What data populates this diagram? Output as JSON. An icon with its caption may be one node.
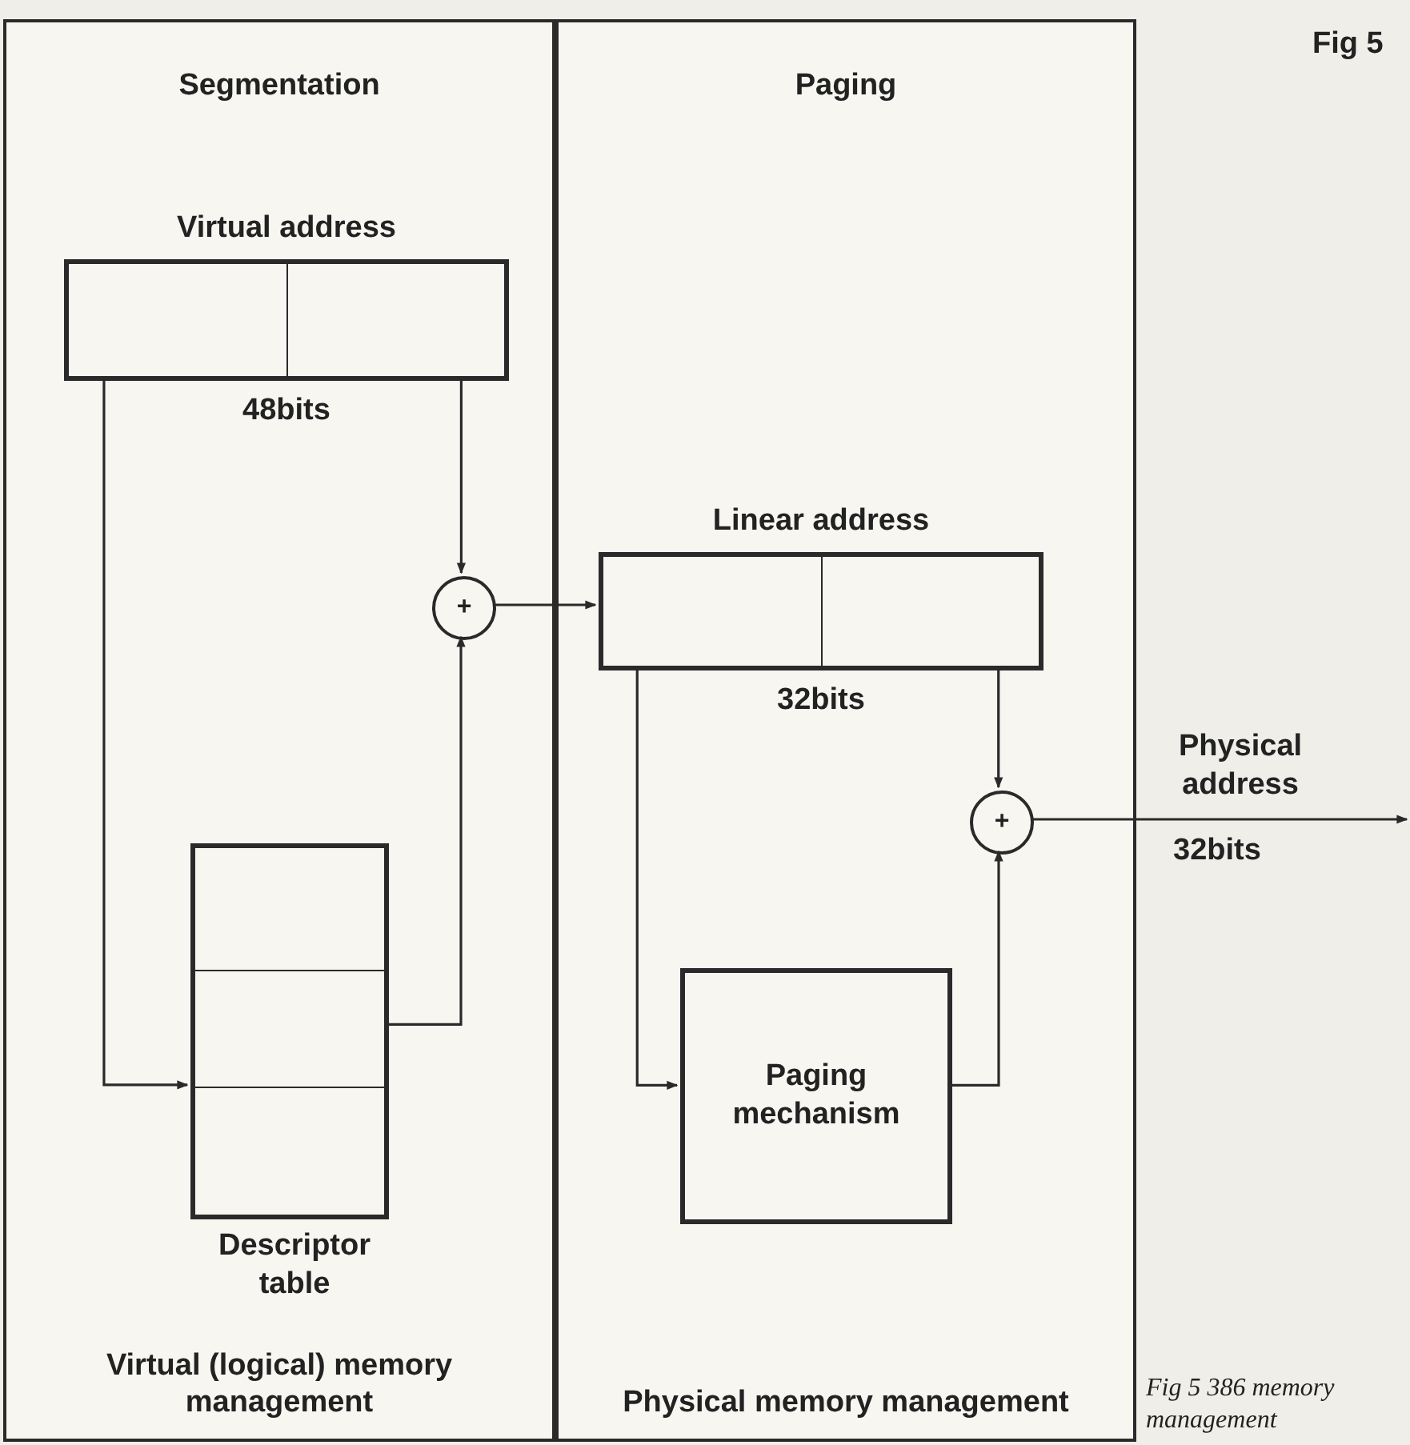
{
  "diagram": {
    "caption": "Fig 5 386 memory management",
    "nodes": [
      {
        "text": [
          "Segmentation",
          "Virtual (logical) memory management"
        ]
      },
      {
        "text": [
          "Paging",
          "Physical memory management"
        ]
      },
      {
        "text": [
          "Virtual address"
        ],
        "beside": [
          "48bits"
        ],
        "in": 0
      },
      {
        "text": [
          "+"
        ],
        "in": 0
      },
      {
        "text": [
          "Descriptor table"
        ],
        "in": 0
      },
      {
        "text": [
          "Linear address"
        ],
        "beside": [
          "32bits"
        ],
        "in": 1
      },
      {
        "text": [
          "+"
        ],
        "in": 1
      },
      {
        "text": [
          "Paging mechanism"
        ],
        "in": 1
      }
    ],
    "edges": [
      {
        "from": 2,
        "to": 3,
        "arrow": "to"
      },
      {
        "from": 2,
        "to": 4,
        "arrow": "to"
      },
      {
        "from": 4,
        "to": 3,
        "arrow": "to"
      },
      {
        "from": 3,
        "to": 5,
        "arrow": "to"
      },
      {
        "from": 5,
        "to": 6,
        "arrow": "to"
      },
      {
        "from": 5,
        "to": 7,
        "arrow": "to"
      },
      {
        "from": 7,
        "to": 6,
        "arrow": "to"
      },
      {
        "from": 6,
        "to": null,
        "label": "Physical address",
        "arrow": "to"
      }
    ],
    "labels": [
      "Fig 5",
      "32bits"
    ]
  }
}
